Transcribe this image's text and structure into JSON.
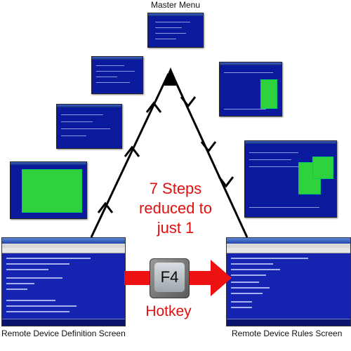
{
  "labels": {
    "master_menu": "Master Menu",
    "left_screen": "Remote Device Definition Screen",
    "right_screen": "Remote Device Rules Screen",
    "steps_line1": "7 Steps",
    "steps_line2": "reduced to",
    "steps_line3": "just 1",
    "hotkey_key": "F4",
    "hotkey_label": "Hotkey"
  },
  "colors": {
    "screen_blue": "#0a1a9c",
    "highlight_green": "#2fd13c",
    "accent_red": "#e01010",
    "arrow_black": "#000000"
  },
  "icons": {
    "keyboard_key": "f4-keycap",
    "arrow": "red-right-arrow"
  }
}
